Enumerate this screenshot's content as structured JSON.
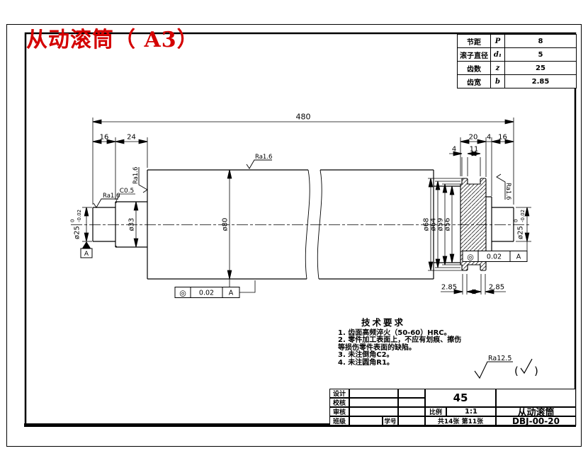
{
  "page_title": "从动滚筒（ A3）",
  "param_table": {
    "rows": [
      {
        "label": "节距",
        "symbol": "P",
        "value": "8"
      },
      {
        "label": "滚子直径",
        "symbol": "d₁",
        "value": "5"
      },
      {
        "label": "齿数",
        "symbol": "z",
        "value": "25"
      },
      {
        "label": "齿宽",
        "symbol": "b",
        "value": "2.85"
      }
    ]
  },
  "dims": {
    "total_length": "480",
    "len_16_left": "16",
    "len_24": "24",
    "len_20": "20",
    "len_4_right": "4",
    "len_16_right": "16",
    "tooth_root_width": "4",
    "tooth_spacing": "11",
    "tooth_tip_width_left": "2.85",
    "tooth_tip_width_right": "2.85",
    "dia_25": "ø25",
    "tol_upper": "0",
    "tol_lower": "-0.02",
    "dia_33": "ø33",
    "dia_80": "ø80",
    "dia_68": "ø68",
    "dia_64": "ø64",
    "dia_59": "ø59",
    "dia_56": "ø56",
    "chamfer": "C0.5"
  },
  "roughness": {
    "fine": "Ra1.6",
    "general": "Ra12.5",
    "paren_open": "(",
    "paren_close": ")"
  },
  "geo_tolerance": {
    "symbol": "◎",
    "value": "0.02",
    "datum": "A"
  },
  "datum": {
    "label": "A"
  },
  "tech_req": {
    "title": "技术要求",
    "line1": "1. 齿面高频淬火（50-60）HRC。",
    "line2": "2. 零件加工表面上，不应有划痕、擦伤",
    "line3": "等损伤零件表面的缺陷。",
    "line4": "3. 未注倒角C2。",
    "line5": "4. 未注圆角R1。"
  },
  "title_block": {
    "design_label": "设计",
    "check_label": "校核",
    "audit_label": "审核",
    "class_label": "班级",
    "student_label": "学号",
    "scale_label": "比例",
    "material": "45",
    "scale_value": "1:1",
    "sheet_info": "共14张 第11张",
    "part_name": "从动滚筒",
    "drawing_no": "DBJ-00-20"
  }
}
